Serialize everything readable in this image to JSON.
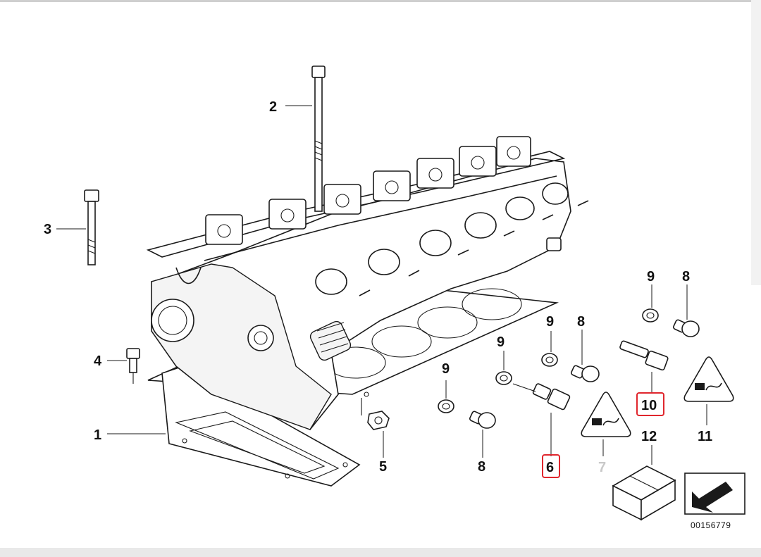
{
  "callouts": {
    "c1": "1",
    "c2": "2",
    "c3": "3",
    "c4": "4",
    "c5": "5",
    "c6": "6",
    "c7": "7",
    "c8a": "8",
    "c8b": "8",
    "c8c": "8",
    "c9a": "9",
    "c9b": "9",
    "c9c": "9",
    "c10": "10",
    "c11": "11",
    "c12": "12"
  },
  "highlighted_callouts": [
    "6",
    "10"
  ],
  "faded_callouts": [
    "7"
  ],
  "diagram_id": "00156779",
  "colors": {
    "line": "#1a1a1a",
    "highlight": "#e0262d",
    "faded": "#c9c9c9",
    "background": "#ffffff"
  },
  "icons": [
    "cylinder-head",
    "gasket",
    "bolt",
    "washer",
    "sensor",
    "warning-triangle",
    "kit-box",
    "arrow-box"
  ]
}
